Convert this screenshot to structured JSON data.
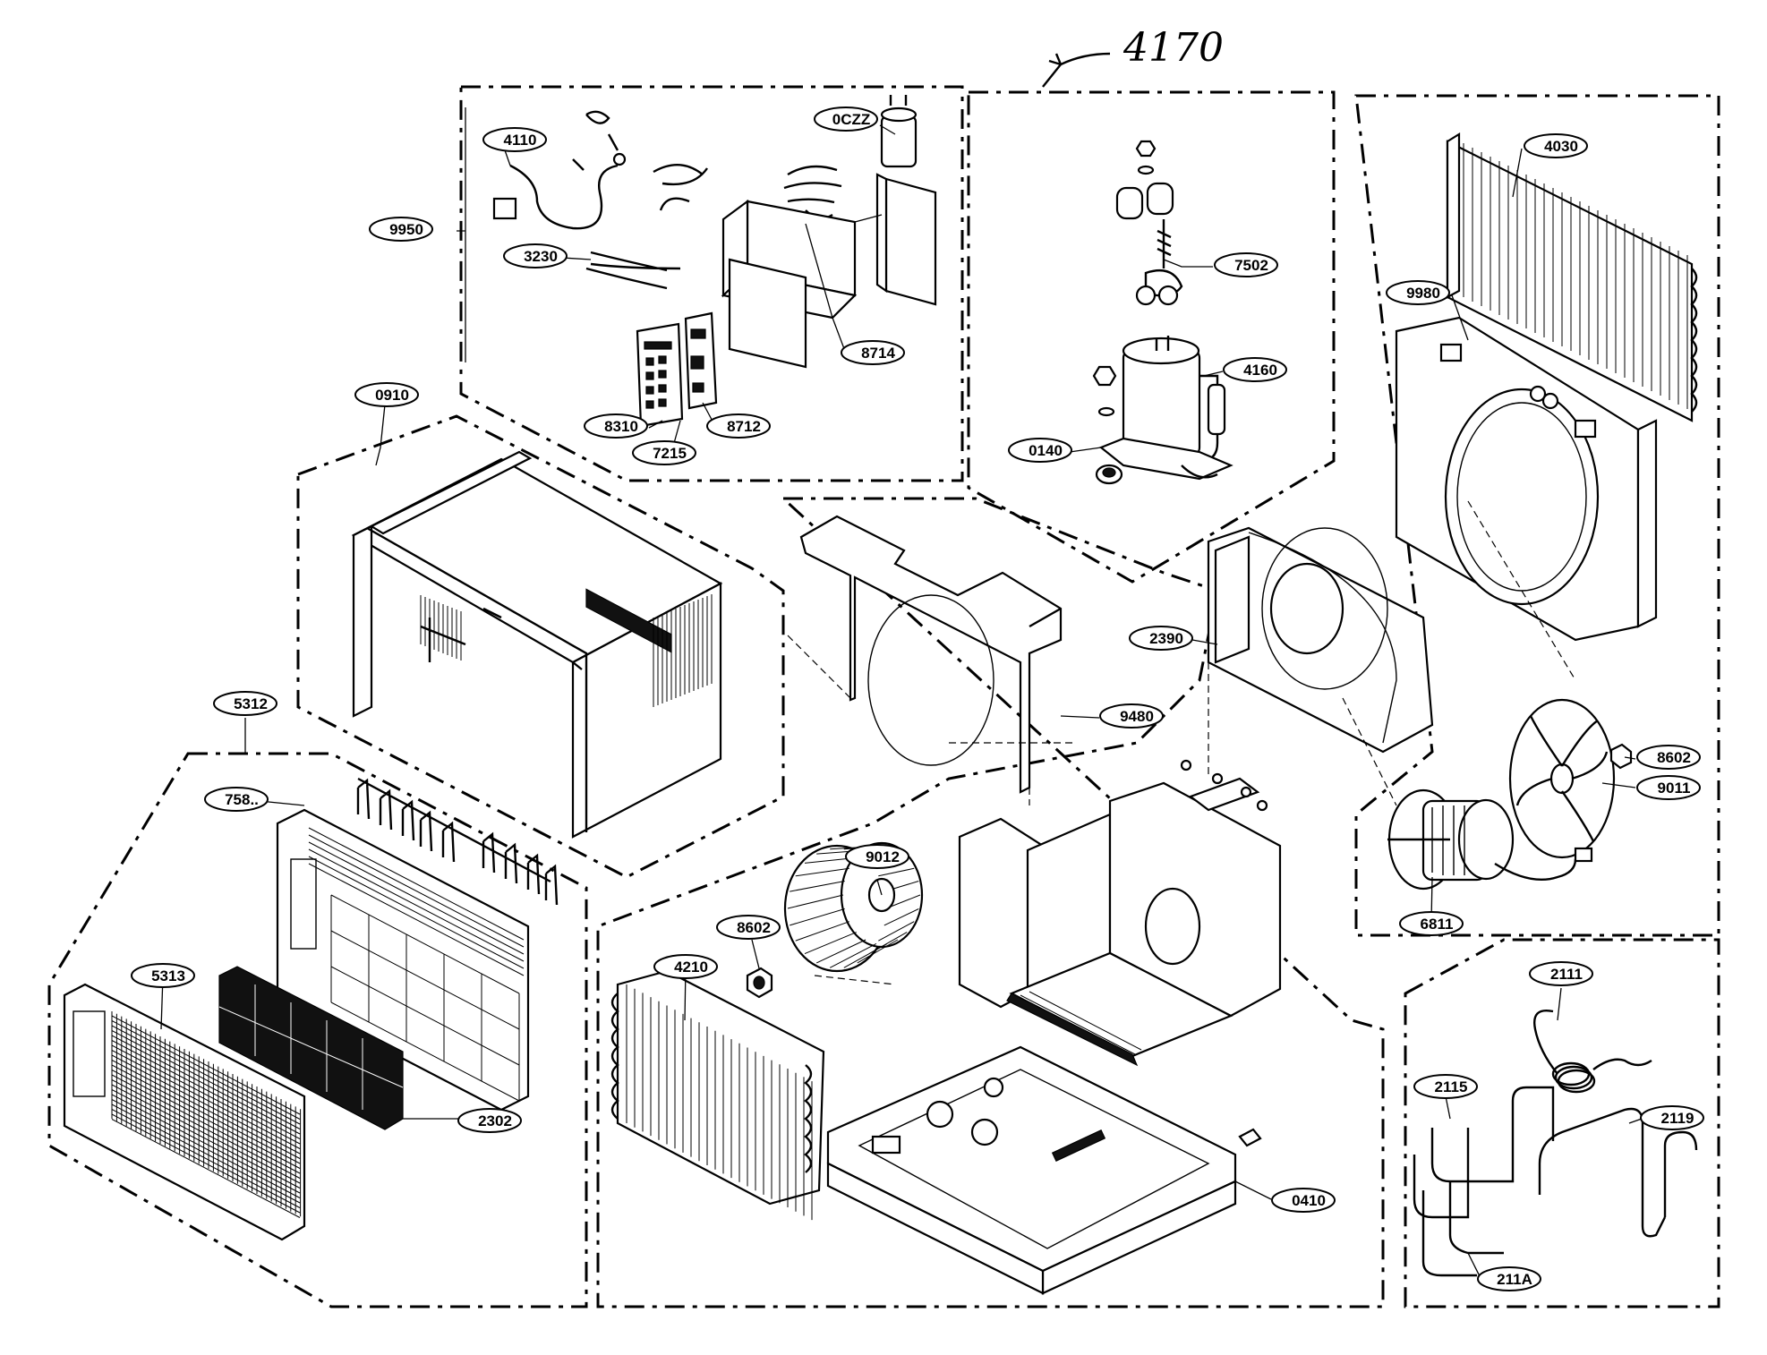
{
  "title": "4170",
  "callouts": [
    {
      "id": "c4110",
      "text": "4110"
    },
    {
      "id": "c0czz",
      "text": "0CZZ"
    },
    {
      "id": "c9950",
      "text": "9950"
    },
    {
      "id": "c3230",
      "text": "3230"
    },
    {
      "id": "c8714",
      "text": "8714"
    },
    {
      "id": "c8310",
      "text": "8310"
    },
    {
      "id": "c8712",
      "text": "8712"
    },
    {
      "id": "c7215",
      "text": "7215"
    },
    {
      "id": "c0910",
      "text": "0910"
    },
    {
      "id": "c7502",
      "text": "7502"
    },
    {
      "id": "c4160",
      "text": "4160"
    },
    {
      "id": "c0140",
      "text": "0140"
    },
    {
      "id": "c4030",
      "text": "4030"
    },
    {
      "id": "c9980",
      "text": "9980"
    },
    {
      "id": "c2390",
      "text": "2390"
    },
    {
      "id": "c9480",
      "text": "9480"
    },
    {
      "id": "c5312",
      "text": "5312"
    },
    {
      "id": "c758",
      "text": "758.."
    },
    {
      "id": "c8602a",
      "text": "8602"
    },
    {
      "id": "c9011",
      "text": "9011"
    },
    {
      "id": "c9012",
      "text": "9012"
    },
    {
      "id": "c8602b",
      "text": "8602"
    },
    {
      "id": "c4210",
      "text": "4210"
    },
    {
      "id": "c5313",
      "text": "5313"
    },
    {
      "id": "c2302",
      "text": "2302"
    },
    {
      "id": "c6811",
      "text": "6811"
    },
    {
      "id": "c2111",
      "text": "2111"
    },
    {
      "id": "c2115",
      "text": "2115"
    },
    {
      "id": "c2119",
      "text": "2119"
    },
    {
      "id": "c211a",
      "text": "211A"
    },
    {
      "id": "c0410",
      "text": "0410"
    }
  ]
}
